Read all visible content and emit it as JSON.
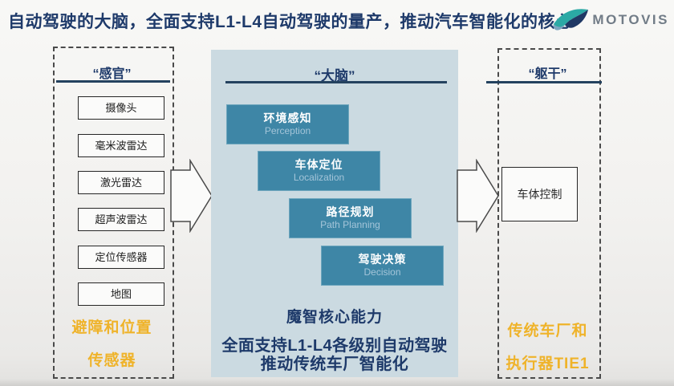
{
  "header": {
    "title": "自动驾驶的大脑，全面支持L1-L4自动驾驶的量产，推动汽车智能化的核心",
    "logo": {
      "wordmark": "MOTOVIS",
      "icon": "swoosh-icon"
    }
  },
  "colors": {
    "title_navy": "#1e3a6a",
    "panel_blue": "#cbdae1",
    "module_teal": "#3e86a6",
    "module_en_text": "#a4c5d9",
    "accent_yellow": "#efb32a",
    "logo_gray": "#717c87",
    "logo_teal": "#2ba9a5"
  },
  "sensors": {
    "title": "“感官”",
    "items": [
      "摄像头",
      "毫米波雷达",
      "激光雷达",
      "超声波雷达",
      "定位传感器",
      "地图"
    ],
    "caption_line1": "避障和位置",
    "caption_line2": "传感器"
  },
  "brain": {
    "title": "“大脑”",
    "modules": [
      {
        "zh": "环境感知",
        "en": "Perception"
      },
      {
        "zh": "车体定位",
        "en": "Localization"
      },
      {
        "zh": "路径规划",
        "en": "Path Planning"
      },
      {
        "zh": "驾驶决策",
        "en": "Decision"
      }
    ],
    "caption_line1": "魔智核心能力",
    "caption_line2": "全面支持L1-L4各级别自动驾驶",
    "caption_line3": "推动传统车厂智能化"
  },
  "body": {
    "title": "“躯干”",
    "control_box": "车体控制",
    "caption_line1": "传统车厂和",
    "caption_line2": "执行器TIE1"
  }
}
